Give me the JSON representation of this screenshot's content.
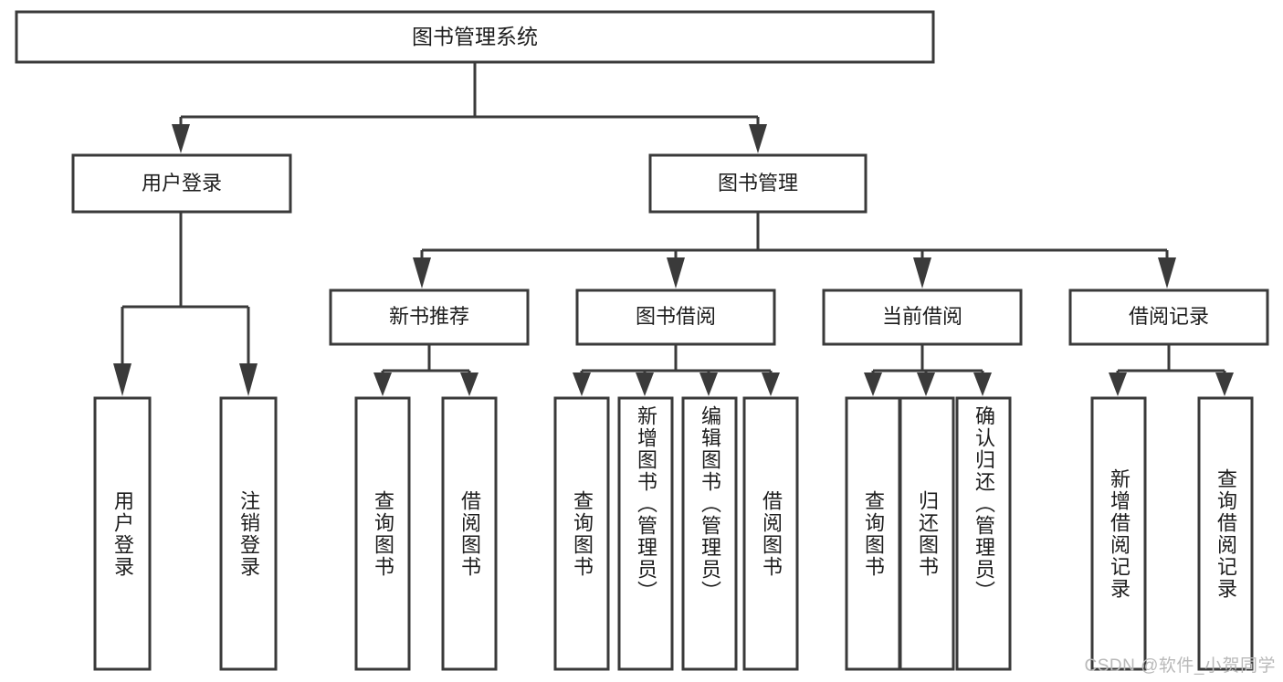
{
  "diagram": {
    "type": "tree-hierarchy",
    "title": "图书管理系统",
    "watermark": "CSDN @软件_小贺同学",
    "colors": {
      "stroke": "#3a3a3a",
      "fill": "#ffffff",
      "text": "#1d1d1d",
      "watermark": "#b9b9b9",
      "background": "#ffffff"
    },
    "root": {
      "label": "图书管理系统"
    },
    "level2": [
      {
        "id": "user-login",
        "label": "用户登录"
      },
      {
        "id": "book-management",
        "label": "图书管理"
      }
    ],
    "level3": [
      {
        "id": "new-book-recommend",
        "label": "新书推荐",
        "parent": "book-management"
      },
      {
        "id": "book-borrow",
        "label": "图书借阅",
        "parent": "book-management"
      },
      {
        "id": "current-borrow",
        "label": "当前借阅",
        "parent": "book-management"
      },
      {
        "id": "borrow-record",
        "label": "借阅记录",
        "parent": "book-management"
      }
    ],
    "leaves": [
      {
        "id": "leaf-user-login",
        "label": "用户登录",
        "parent": "user-login"
      },
      {
        "id": "leaf-logout-login",
        "label": "注销登录",
        "parent": "user-login"
      },
      {
        "id": "leaf-query-book-1",
        "label": "查询图书",
        "parent": "new-book-recommend"
      },
      {
        "id": "leaf-borrow-book-1",
        "label": "借阅图书",
        "parent": "new-book-recommend"
      },
      {
        "id": "leaf-query-book-2",
        "label": "查询图书",
        "parent": "book-borrow"
      },
      {
        "id": "leaf-add-book",
        "label": "新增图书（管理员）",
        "parent": "book-borrow"
      },
      {
        "id": "leaf-edit-book",
        "label": "编辑图书（管理员）",
        "parent": "book-borrow"
      },
      {
        "id": "leaf-borrow-book-2",
        "label": "借阅图书",
        "parent": "book-borrow"
      },
      {
        "id": "leaf-query-book-3",
        "label": "查询图书",
        "parent": "current-borrow"
      },
      {
        "id": "leaf-return-book",
        "label": "归还图书",
        "parent": "current-borrow"
      },
      {
        "id": "leaf-confirm-return",
        "label": "确认归还（管理员）",
        "parent": "current-borrow"
      },
      {
        "id": "leaf-add-record",
        "label": "新增借阅记录",
        "parent": "borrow-record"
      },
      {
        "id": "leaf-query-record",
        "label": "查询借阅记录",
        "parent": "borrow-record"
      }
    ]
  }
}
